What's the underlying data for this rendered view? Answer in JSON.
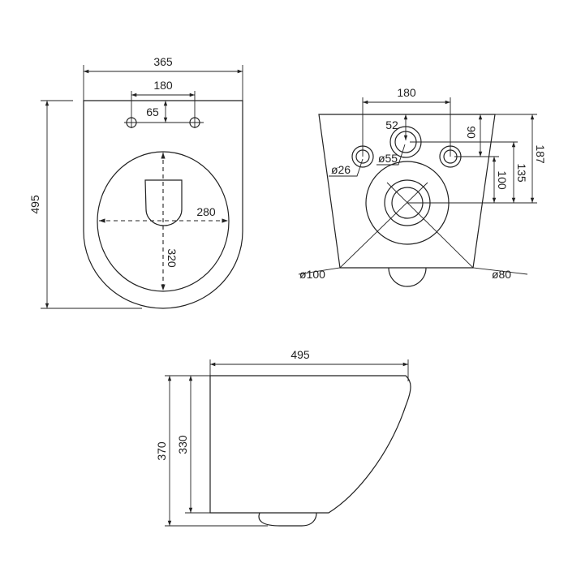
{
  "top_view": {
    "overall_width": "365",
    "bolt_spacing": "180",
    "bolt_offset": "65",
    "overall_length": "495",
    "bowl_width": "280",
    "bowl_length": "320"
  },
  "rear_view": {
    "inlet_spacing": "180",
    "flush_inlet_offset": "52",
    "flush_inlet_diameter": "ø55",
    "bolt_hole_diameter": "ø26",
    "bolt_height": "90",
    "flush_inlet_height": "135",
    "outlet_to_bolt": "100",
    "outlet_height": "187",
    "outlet_outer_diameter": "ø100",
    "outlet_inner_diameter": "ø80"
  },
  "side_view": {
    "length": "495",
    "total_height": "370",
    "body_height": "330"
  }
}
